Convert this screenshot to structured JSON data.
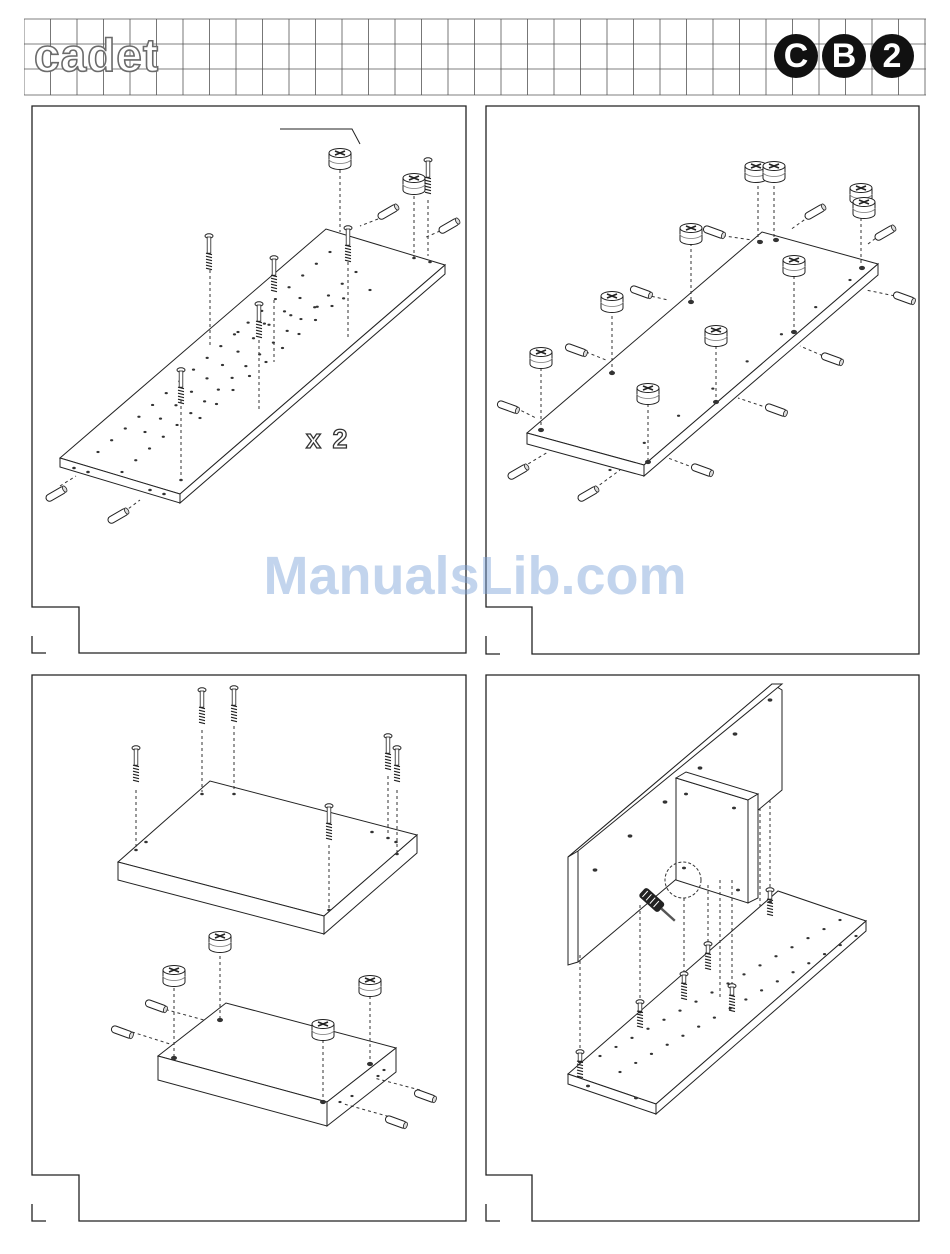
{
  "header": {
    "title": "cadet",
    "logo_letters": [
      "C",
      "B",
      "2"
    ]
  },
  "steps": [
    {
      "id": "step-1",
      "multiplier_label": "x 2"
    },
    {
      "id": "step-2"
    },
    {
      "id": "step-3"
    },
    {
      "id": "step-4"
    }
  ],
  "watermark": "ManualsLib.com",
  "icons": {
    "cam_lock": "cam-lock-icon",
    "cam_bolt": "cam-bolt-icon",
    "wood_dowel": "wood-dowel-icon",
    "screwdriver": "screwdriver-icon"
  }
}
